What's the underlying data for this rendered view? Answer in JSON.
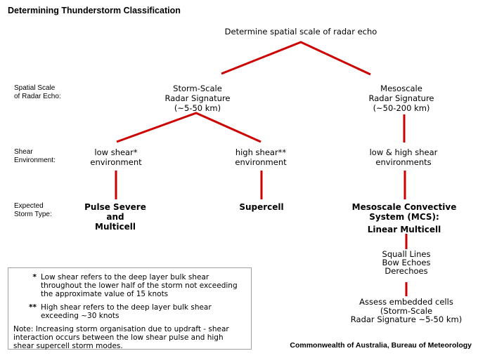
{
  "colors": {
    "connector_line": "#cc0000",
    "text": "#000000",
    "background": "#ffffff",
    "footnote_box_border": "#a0a0a0"
  },
  "title": "Determining Thunderstorm Classification",
  "flowchart": {
    "root": "Determine spatial scale of radar echo",
    "row_labels": {
      "spatial_scale": {
        "line1": "Spatial Scale",
        "line2": "of Radar Echo:"
      },
      "shear": {
        "line1": "Shear",
        "line2": "Environment:"
      },
      "storm_type": {
        "line1": "Expected",
        "line2": "Storm Type:"
      }
    },
    "nodes": {
      "storm_scale": {
        "line1": "Storm-Scale",
        "line2": "Radar Signature",
        "line3": "(~5-50 km)"
      },
      "mesoscale": {
        "line1": "Mesoscale",
        "line2": "Radar Signature",
        "line3": "(~50-200 km)"
      },
      "low_shear": {
        "line1": "low shear*",
        "line2": "environment"
      },
      "high_shear": {
        "line1": "high shear**",
        "line2": "environment"
      },
      "low_high_shear": {
        "line1": "low & high shear",
        "line2": "environments"
      },
      "pulse_multicell": {
        "line1": "Pulse Severe",
        "line2": "and",
        "line3": "Multicell"
      },
      "supercell": "Supercell",
      "mcs": {
        "line1": "Mesoscale Convective",
        "line2": "System (MCS):",
        "line3": "Linear Multicell"
      },
      "mcs_subtypes": {
        "line1": "Squall Lines",
        "line2": "Bow Echoes",
        "line3": "Derechoes"
      },
      "assess": {
        "line1": "Assess embedded cells",
        "line2": "(Storm-Scale",
        "line3": "Radar Signature ~5-50 km)"
      }
    }
  },
  "footnote_box": {
    "low_shear_note": {
      "marker": "*",
      "line1": "Low shear refers to the deep layer bulk shear",
      "line2": "throughout the lower half of the storm not exceeding",
      "line3": "the approximate value of 15 knots"
    },
    "high_shear_note": {
      "marker": "**",
      "line1": "High shear refers to the deep layer bulk shear",
      "line2": "exceeding ~30 knots"
    },
    "note": {
      "line1": "Note: Increasing storm organisation due to updraft - shear",
      "line2": "interaction occurs between the low shear pulse and high",
      "line3": "shear supercell storm modes."
    }
  },
  "attribution": "Commonwealth of Australia, Bureau of Meteorology"
}
